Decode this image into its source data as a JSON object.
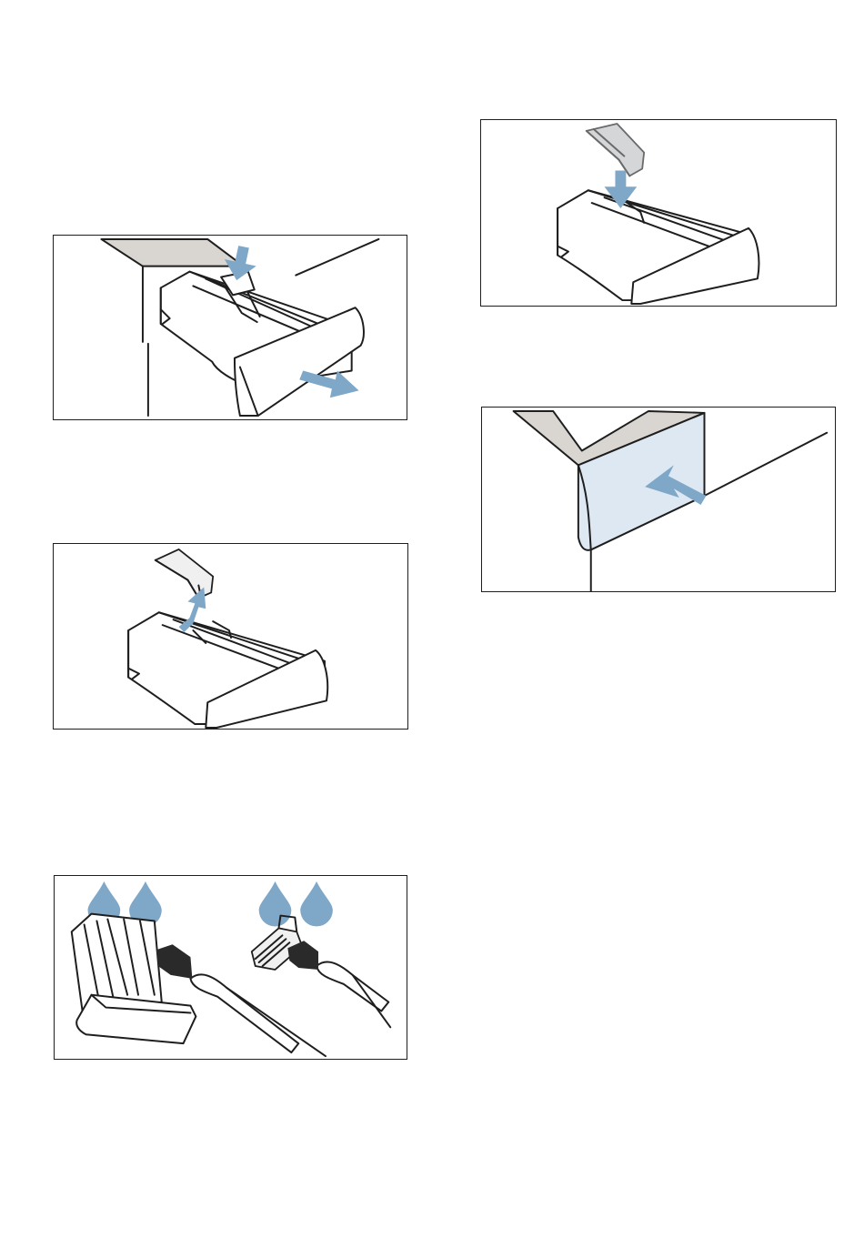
{
  "figures": [
    {
      "id": "step-pull-out-drawer",
      "icons": [
        "detergent-drawer-icon",
        "press-down-arrow-icon",
        "pull-out-arrow-icon"
      ]
    },
    {
      "id": "step-remove-insert",
      "icons": [
        "drawer-insert-icon",
        "lift-up-arrow-icon"
      ]
    },
    {
      "id": "step-clean-under-water",
      "icons": [
        "water-drop-icon",
        "cleaning-brush-icon"
      ]
    },
    {
      "id": "step-replace-insert",
      "icons": [
        "drawer-insert-icon",
        "press-down-arrow-icon"
      ]
    },
    {
      "id": "step-push-drawer-in",
      "icons": [
        "detergent-drawer-icon",
        "push-in-arrow-icon"
      ]
    }
  ],
  "colors": {
    "arrow": "#7ea7c8",
    "drawer_front_highlight": "#dde8f2",
    "machine_top": "#d9d6d1"
  }
}
